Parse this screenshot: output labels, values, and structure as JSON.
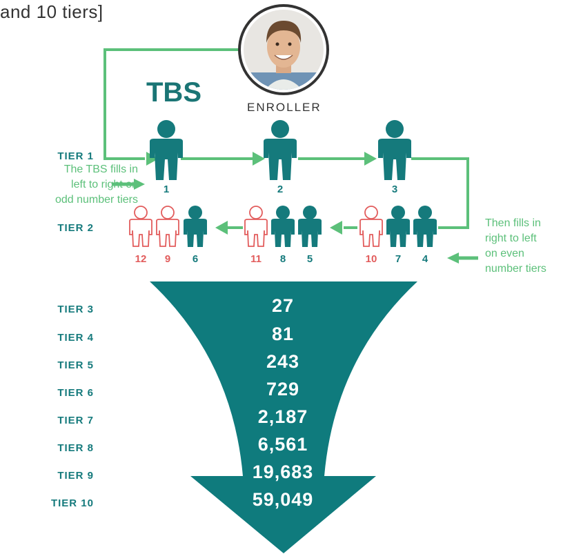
{
  "header": {
    "partial_text": "and 10 tiers]"
  },
  "title": "TBS",
  "enroller_label": "ENROLLER",
  "notes": {
    "left": [
      "The TBS fills in",
      "left to right on",
      "odd number tiers"
    ],
    "right": [
      "Then fills in",
      "right to left",
      "on even",
      "number tiers"
    ]
  },
  "tier1": {
    "label": "TIER 1",
    "positions": [
      "1",
      "2",
      "3"
    ]
  },
  "tier2": {
    "label": "TIER 2",
    "positions": [
      "12",
      "9",
      "6",
      "11",
      "8",
      "5",
      "10",
      "7",
      "4"
    ]
  },
  "funnel_tiers": [
    {
      "label": "TIER 3",
      "value": "27"
    },
    {
      "label": "TIER 4",
      "value": "81"
    },
    {
      "label": "TIER 5",
      "value": "243"
    },
    {
      "label": "TIER 6",
      "value": "729"
    },
    {
      "label": "TIER 7",
      "value": "2,187"
    },
    {
      "label": "TIER 8",
      "value": "6,561"
    },
    {
      "label": "TIER 9",
      "value": "19,683"
    },
    {
      "label": "TIER 10",
      "value": "59,049"
    }
  ],
  "colors": {
    "teal": "#157a7c",
    "green": "#5cc07a",
    "red": "#e25c5c",
    "text": "#333333"
  }
}
